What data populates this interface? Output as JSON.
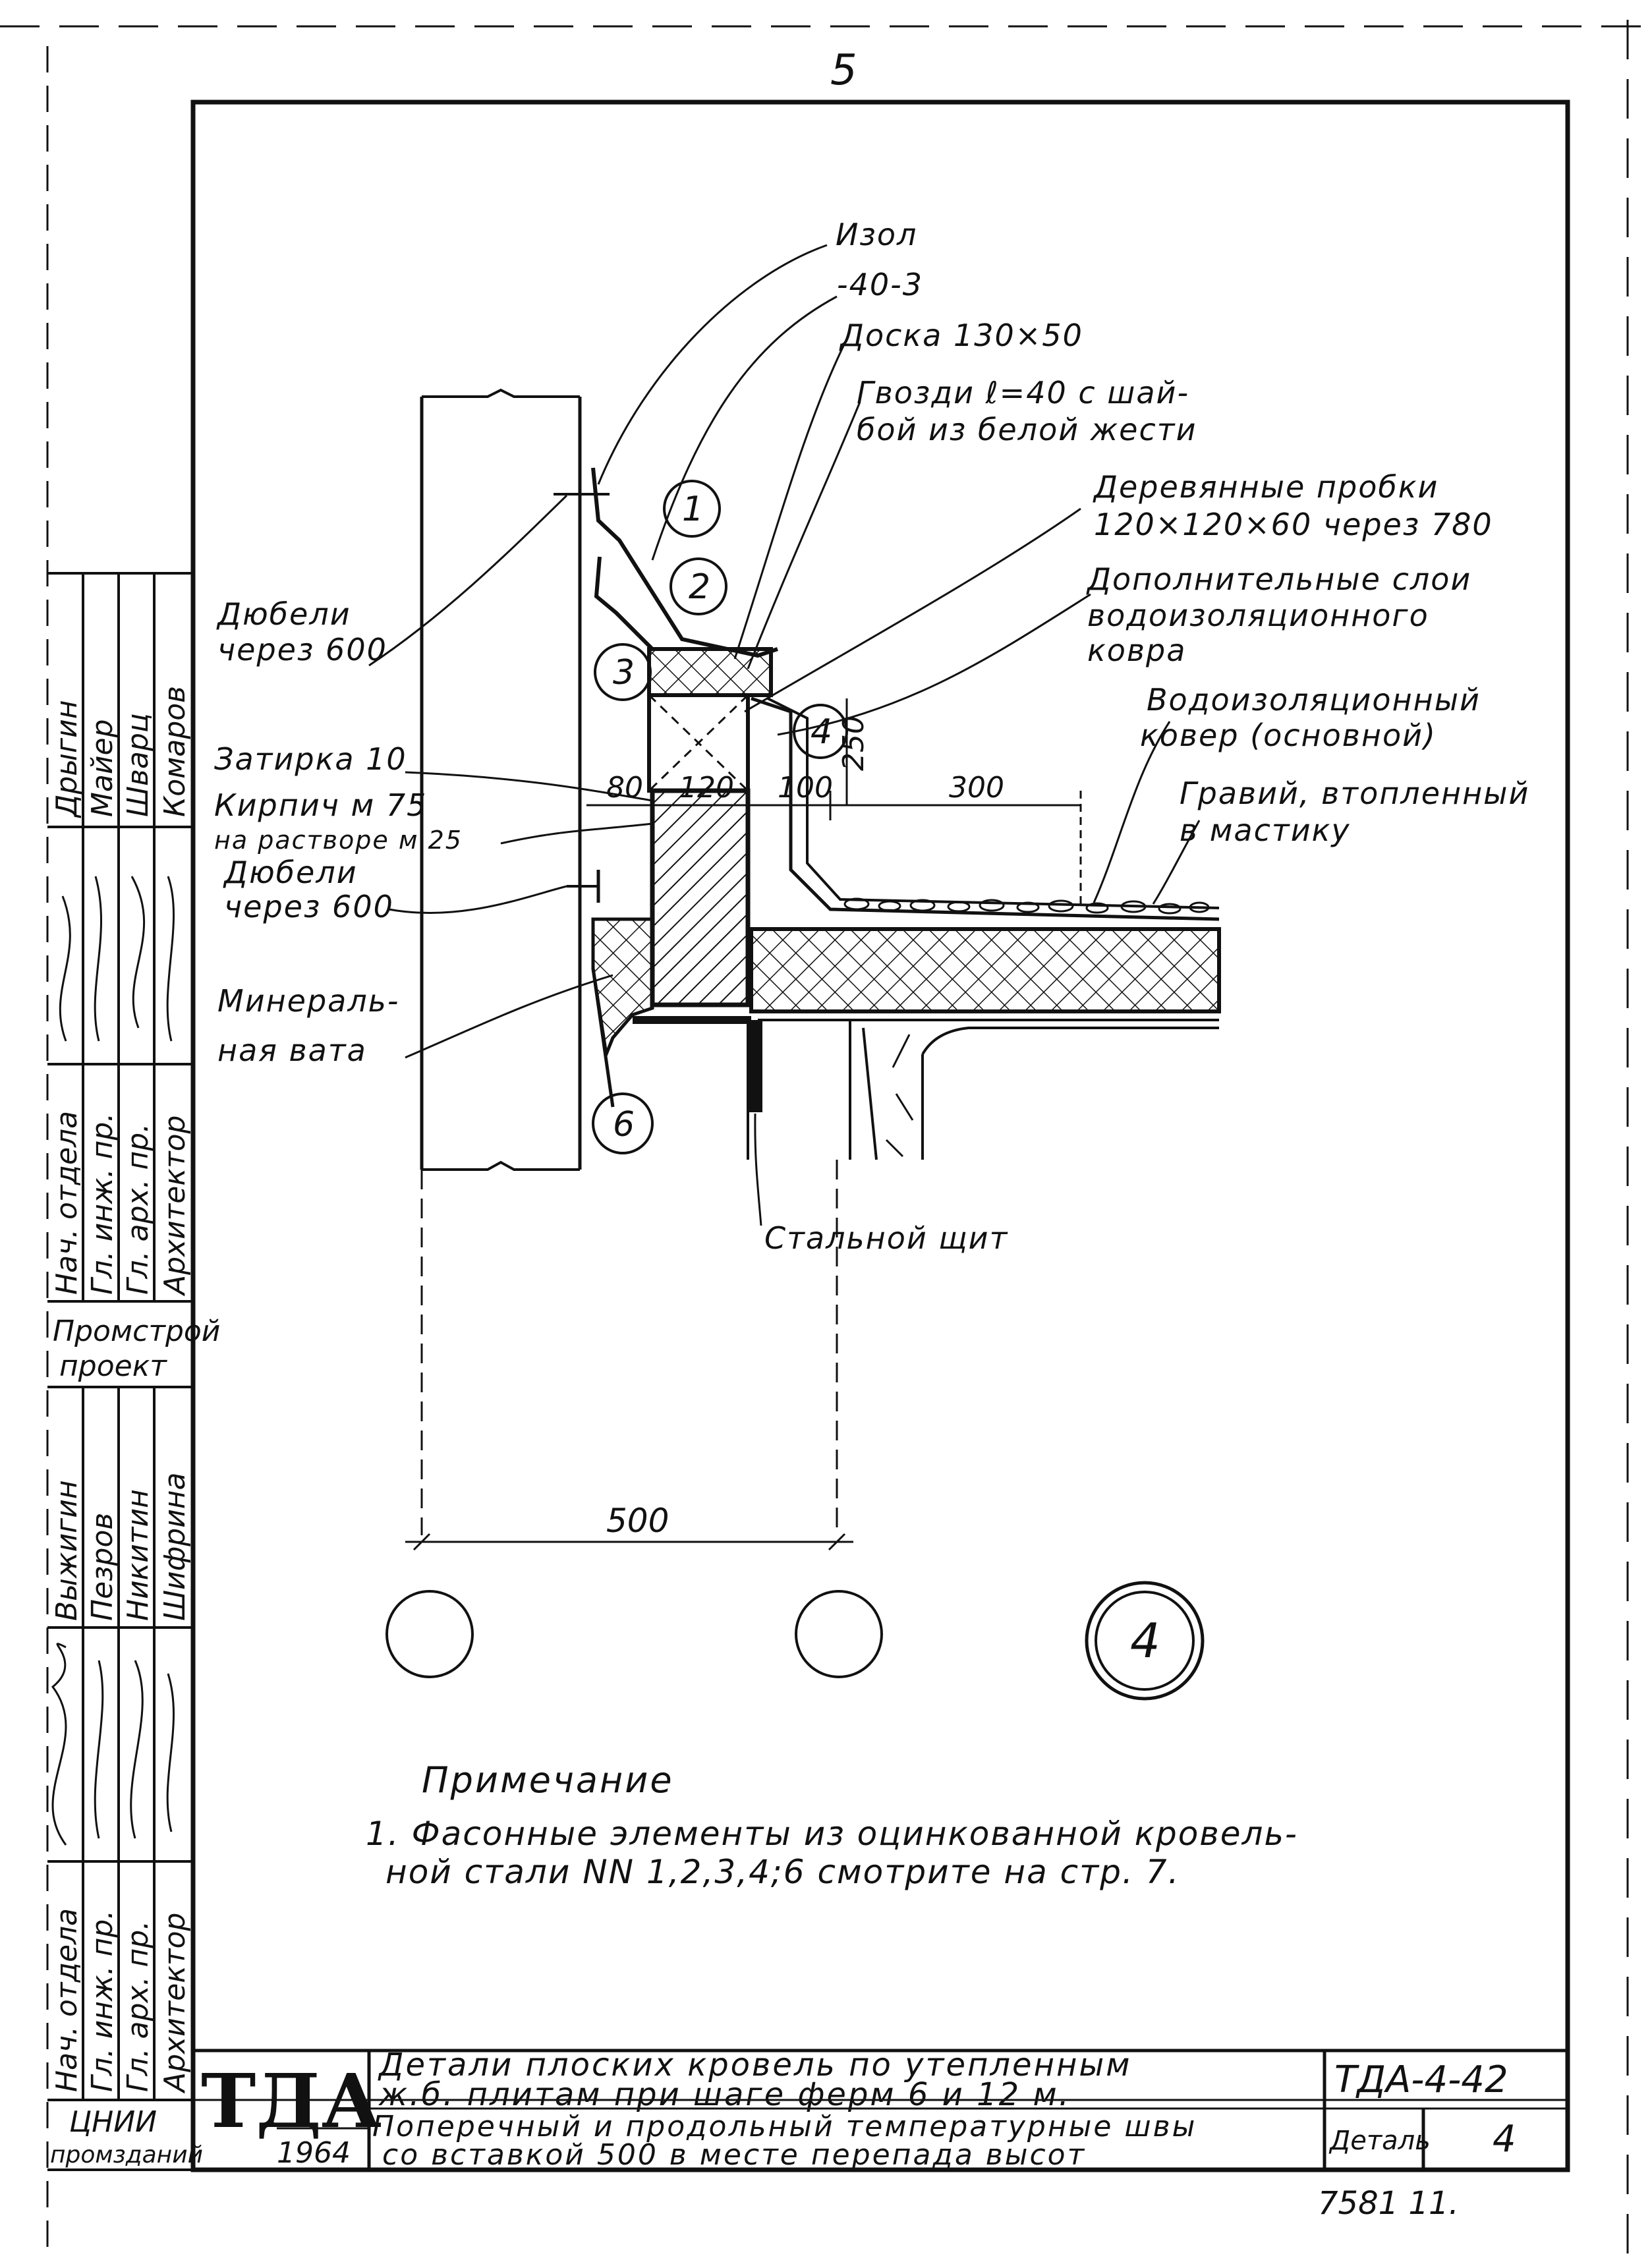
{
  "page_number": "5",
  "sheet_number": "7581 11.",
  "callouts": {
    "izol": "Изол",
    "strip": "-40-3",
    "board": "Доска 130×50",
    "nails_1": "Гвозди ℓ=40 с шай-",
    "nails_2": "бой из белой жести",
    "plugs_1": "Деревянные пробки",
    "plugs_2": "120×120×60 через 780",
    "extra_1": "Дополнительные слои",
    "extra_2": "водоизоляционного",
    "extra_3": "ковра",
    "carpet_1": "Водоизоляционный",
    "carpet_2": "ковер (основной)",
    "gravel_1": "Гравий, втопленный",
    "gravel_2": "в мастику",
    "dowels_top_1": "Дюбели",
    "dowels_top_2": "через 600",
    "plaster": "Затирка 10",
    "brick_1": "Кирпич м 75",
    "brick_2": "на растворе м 25",
    "dowels_bot_1": "Дюбели",
    "dowels_bot_2": "через 600",
    "wool_1": "Минераль-",
    "wool_2": "ная вата",
    "steel": "Стальной щит"
  },
  "markers": [
    "1",
    "2",
    "3",
    "4",
    "6"
  ],
  "dimensions": {
    "d80": "80",
    "d120": "120",
    "d100": "100",
    "d250": "250",
    "d300": "300",
    "d500": "500"
  },
  "detail_mark": "4",
  "note": {
    "heading": "Примечание",
    "line1": "1. Фасонные элементы из оцинкованной кровель-",
    "line2": "ной стали NN 1,2,3,4;6 смотрите на стр. 7."
  },
  "stamp": {
    "upper": {
      "names": [
        "Дрыгин",
        "Майер",
        "Шварц",
        "Комаров"
      ],
      "roles": [
        "Нач. отдела",
        "Гл. инж. пр.",
        "Гл. арх. пр.",
        "Архитектор"
      ],
      "org_1": "Промстрой",
      "org_2": "проект"
    },
    "lower": {
      "names": [
        "Выжигин",
        "Пезров",
        "Никитин",
        "Шифрина"
      ],
      "roles": [
        "Нач. отдела",
        "Гл. инж. пр.",
        "Гл. арх. пр.",
        "Архитектор"
      ],
      "org_1": "ЦНИИ",
      "org_2": "промзданий"
    }
  },
  "title_block": {
    "logo": "ТДА",
    "year": "1964",
    "title_1": "Детали плоских кровель по утепленным",
    "title_2": "ж.б. плитам при шаге ферм 6 и 12 м.",
    "subtitle_1": "Поперечный и продольный температурные швы",
    "subtitle_2": "со вставкой 500 в месте перепада высот",
    "code": "ТДА-4-42",
    "detail_label": "Деталь",
    "detail_number": "4"
  }
}
